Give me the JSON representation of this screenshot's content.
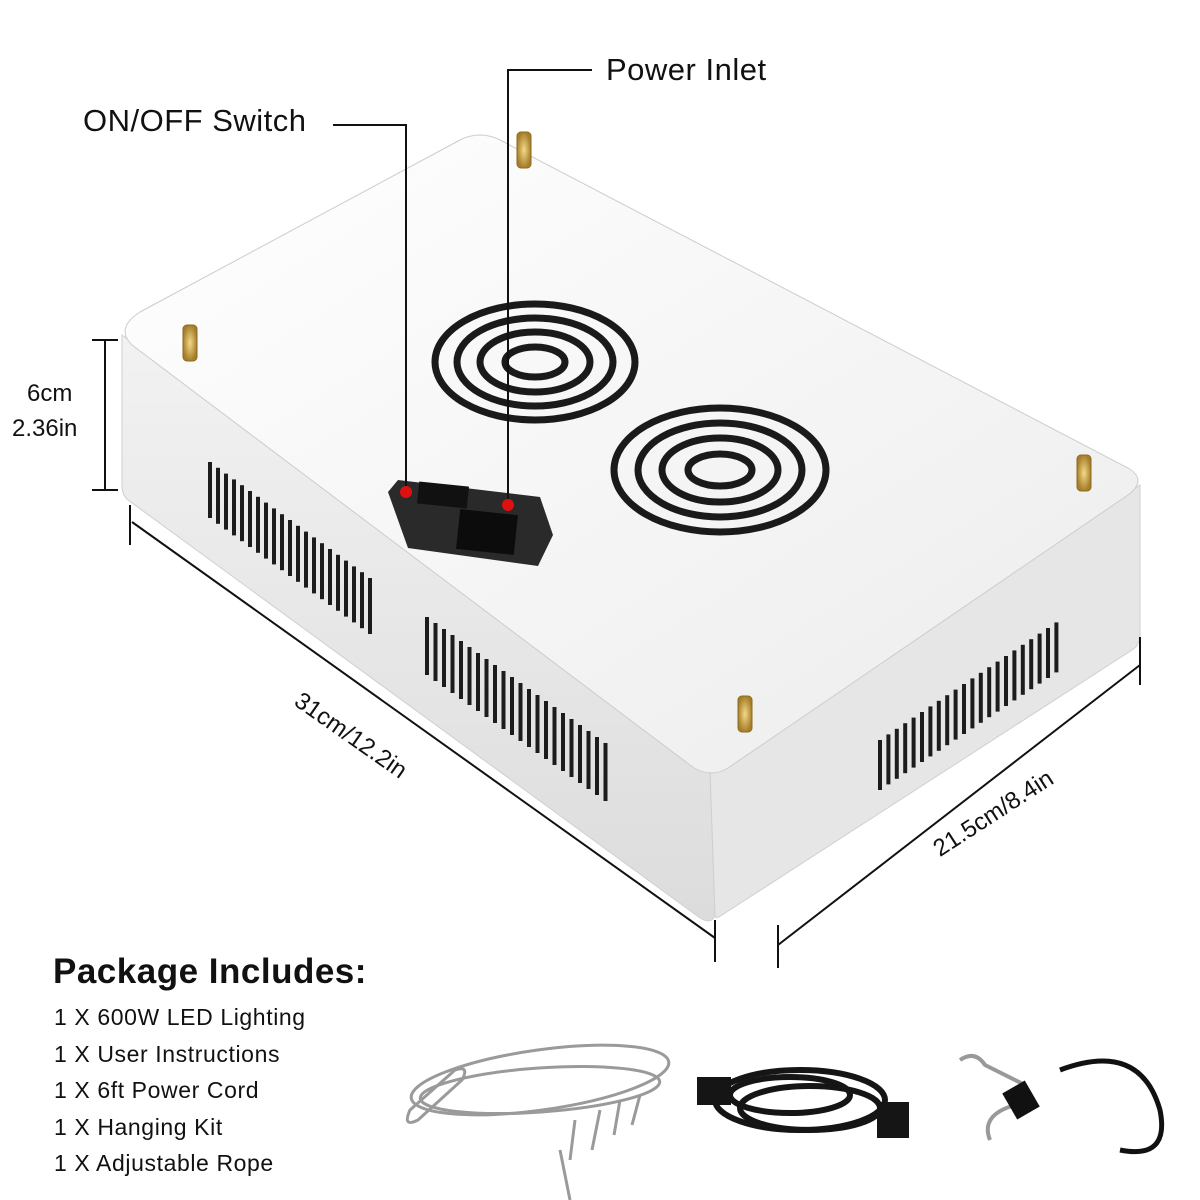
{
  "callouts": {
    "power_inlet": "Power Inlet",
    "switch": "ON/OFF Switch"
  },
  "dimensions": {
    "height_cm": "6cm",
    "height_in": "2.36in",
    "length": "31cm/12.2in",
    "width": "21.5cm/8.4in"
  },
  "package": {
    "title": "Package Includes:",
    "items": [
      "1 X 600W LED Lighting",
      "1 X User Instructions",
      "1 X 6ft Power Cord",
      "1 X Hanging Kit",
      "1 X Adjustable Rope"
    ]
  },
  "colors": {
    "marker": "#e01010",
    "brass": "#c9a44a",
    "body": "#f4f4f4"
  }
}
